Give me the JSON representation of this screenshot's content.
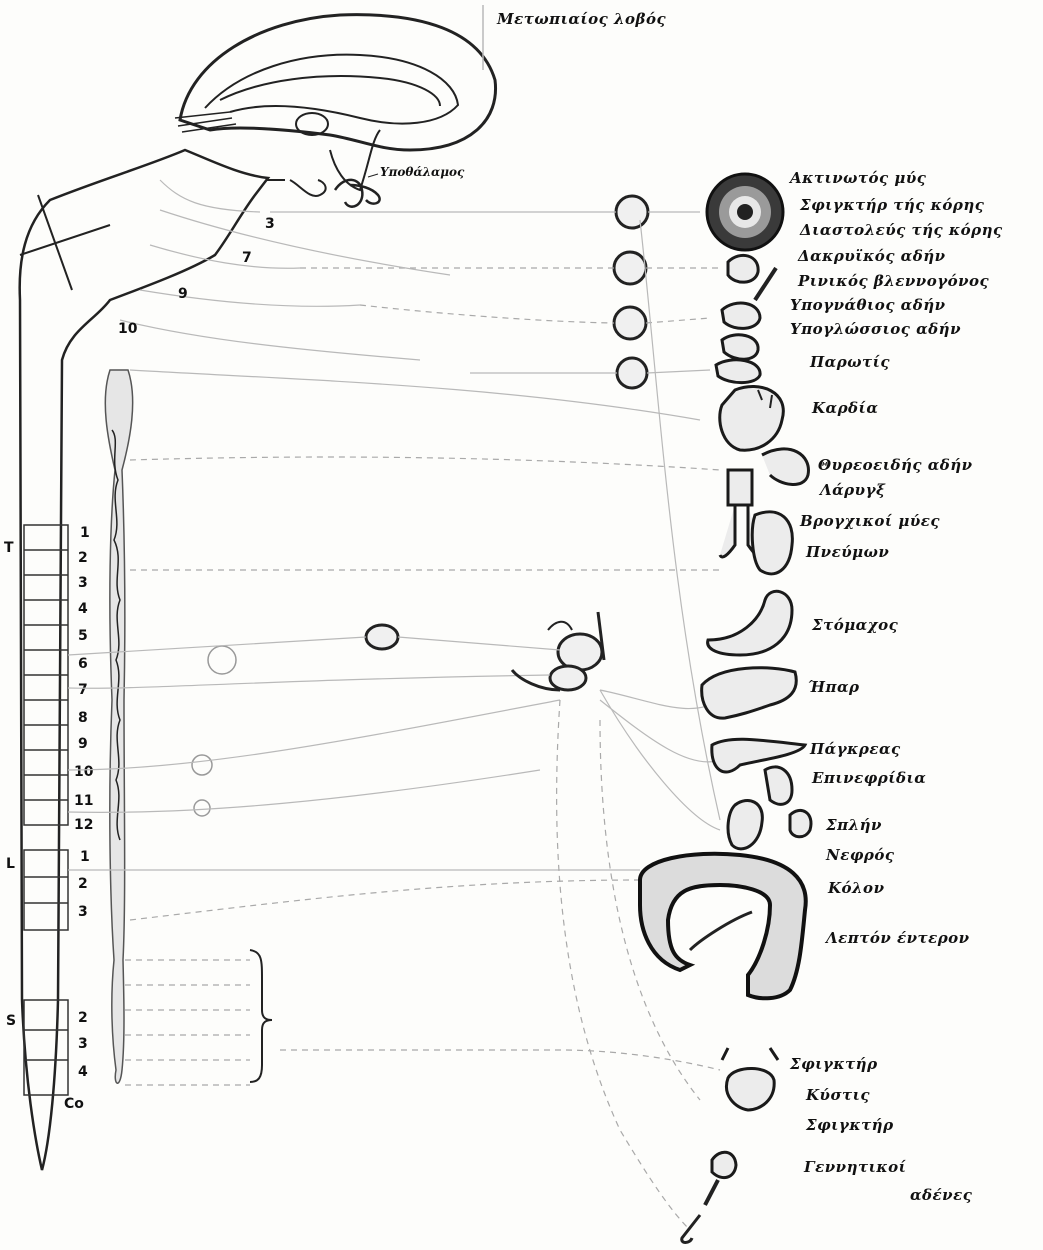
{
  "top_label": "Μετωπιαίος λοβός",
  "hypothalamus_label": "Υποθάλαμος",
  "region_labels": [
    "Τ",
    "L",
    "S"
  ],
  "thoracic_numbers": [
    "1",
    "2",
    "3",
    "4",
    "5",
    "6",
    "7",
    "8",
    "9",
    "10",
    "11",
    "12"
  ],
  "lumbar_numbers": [
    "1",
    "2",
    "3"
  ],
  "sacral_numbers": [
    "2",
    "3",
    "4"
  ],
  "cranial_numbers": [
    "3",
    "7",
    "9",
    "10"
  ],
  "coccyx_mark": "Co",
  "organs": [
    "Ακτινωτός μύς",
    "Σφιγκτήρ τής κόρης",
    "Διαστολεύς τής κόρης",
    "Δακρυϊκός αδήν",
    "Ρινικός βλεννογόνος",
    "Υπογνάθιος αδήν",
    "Υπογλώσσιος αδήν",
    "Παρωτίς",
    "Καρδία",
    "Θυρεοειδής αδήν",
    "Λάρυγξ",
    "Βρογχικοί μύες",
    "Πνεύμων",
    "Στόμαχος",
    "Ήπαρ",
    "Πάγκρεας",
    "Επινεφρίδια",
    "Σπλήν",
    "Νεφρός",
    "Κόλον",
    "Λεπτόν έντερον",
    "Σφιγκτήρ",
    "Κύστις",
    "Σφιγκτήρ",
    "Γεννητικοί",
    "αδένες"
  ]
}
